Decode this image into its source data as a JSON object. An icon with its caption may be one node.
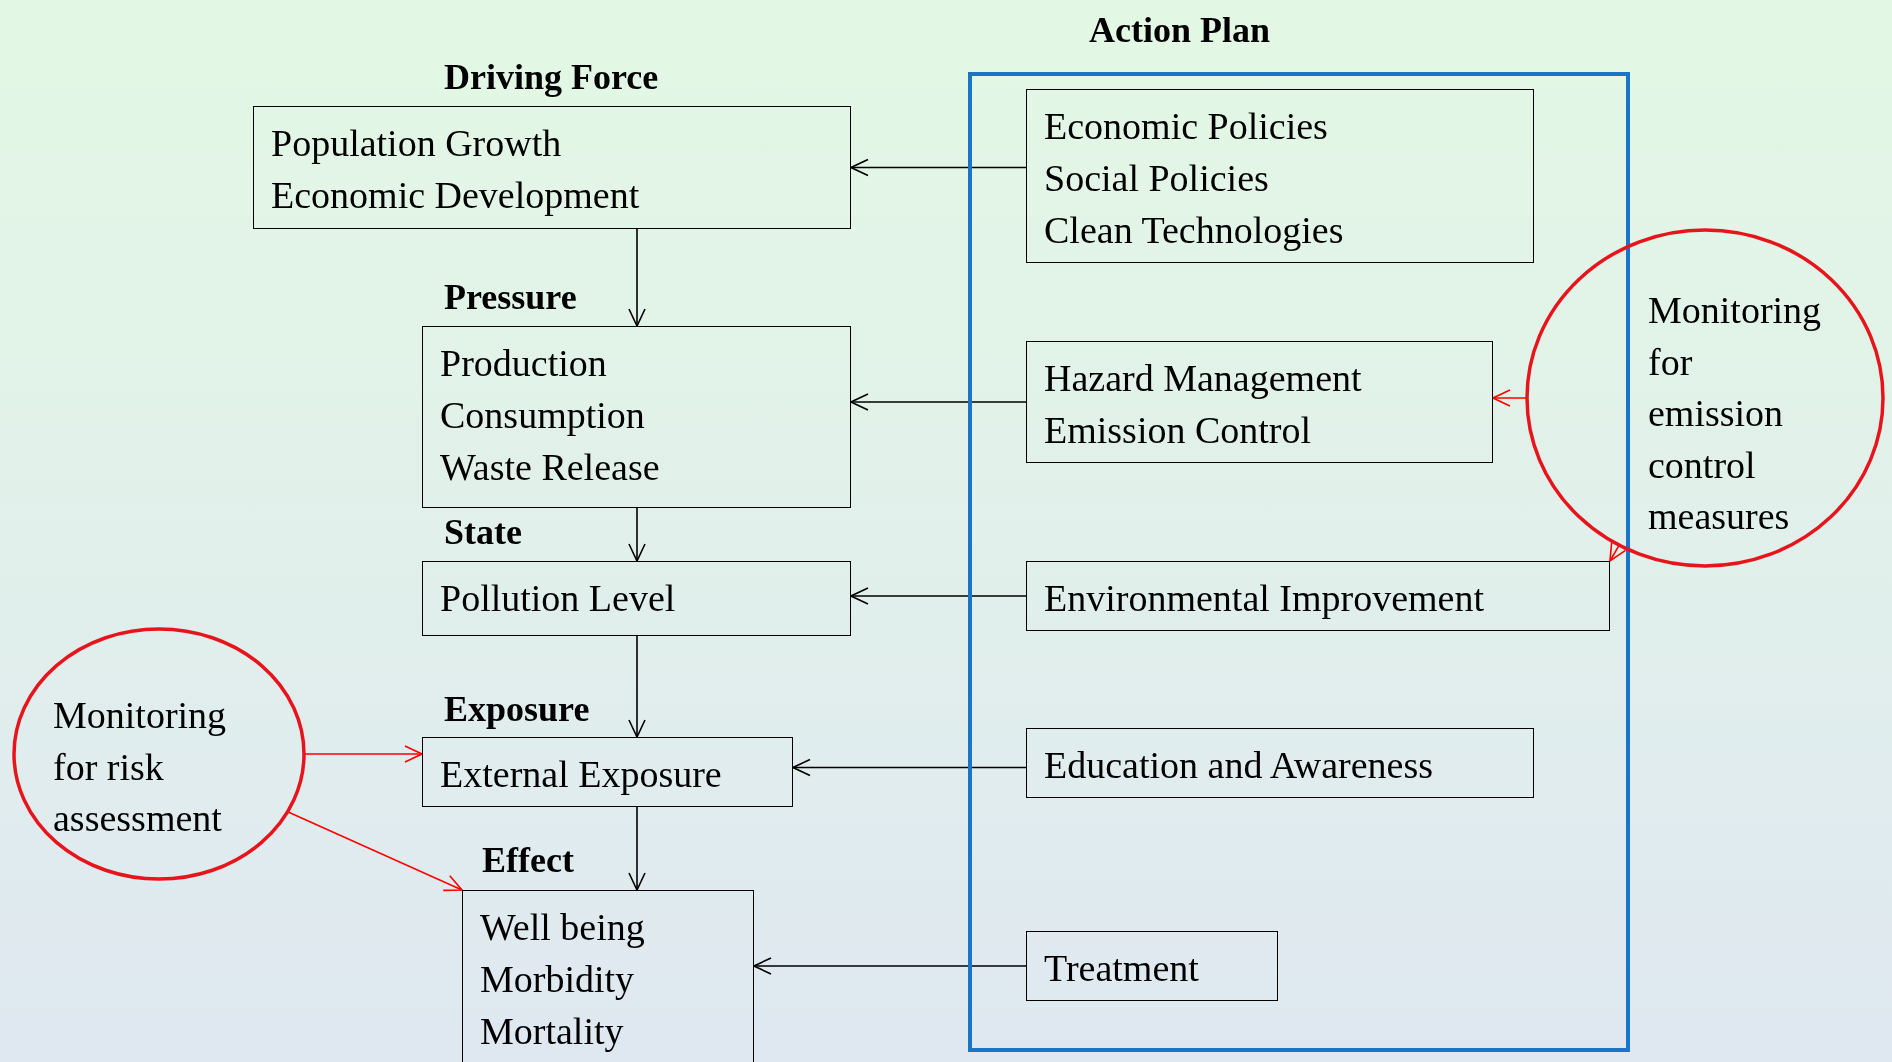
{
  "diagram": {
    "nodes": [
      {
        "text": [
          "Action Plan"
        ]
      },
      {
        "text": [
          "Driving Force",
          "Population Growth",
          "Economic Development"
        ]
      },
      {
        "text": [
          "Pressure",
          "Production",
          "Consumption",
          "Waste Release"
        ]
      },
      {
        "text": [
          "State",
          "Pollution Level"
        ]
      },
      {
        "text": [
          "Exposure",
          "External Exposure"
        ]
      },
      {
        "text": [
          "Effect",
          "Well being",
          "Morbidity",
          "Mortality"
        ]
      },
      {
        "text": [
          "Economic Policies",
          "Social Policies",
          "Clean Technologies"
        ],
        "in": 0
      },
      {
        "text": [
          "Hazard Management",
          "Emission Control"
        ],
        "in": 0
      },
      {
        "text": [
          "Environmental Improvement"
        ],
        "in": 0
      },
      {
        "text": [
          "Education and Awareness"
        ],
        "in": 0
      },
      {
        "text": [
          "Treatment"
        ],
        "in": 0
      },
      {
        "text": [
          "Monitoring for emission control measures"
        ]
      },
      {
        "text": [
          "Monitoring for risk assessment"
        ]
      }
    ],
    "edges": [
      {
        "from": 6,
        "to": 1,
        "arrow": "to"
      },
      {
        "from": 7,
        "to": 2,
        "arrow": "to"
      },
      {
        "from": 8,
        "to": 3,
        "arrow": "to"
      },
      {
        "from": 9,
        "to": 4,
        "arrow": "to"
      },
      {
        "from": 10,
        "to": 5,
        "arrow": "to"
      },
      {
        "from": 1,
        "to": 2,
        "arrow": "to"
      },
      {
        "from": 2,
        "to": 3,
        "arrow": "to"
      },
      {
        "from": 3,
        "to": 4,
        "arrow": "to"
      },
      {
        "from": 4,
        "to": 5,
        "arrow": "to"
      },
      {
        "from": 11,
        "to": 7,
        "arrow": "to",
        "color": "#ff0000"
      },
      {
        "from": 11,
        "to": 8,
        "arrow": "to",
        "color": "#ff0000"
      },
      {
        "from": 12,
        "to": 4,
        "arrow": "to",
        "color": "#ff0000"
      },
      {
        "from": 12,
        "to": 5,
        "arrow": "to",
        "color": "#ff0000"
      }
    ]
  }
}
